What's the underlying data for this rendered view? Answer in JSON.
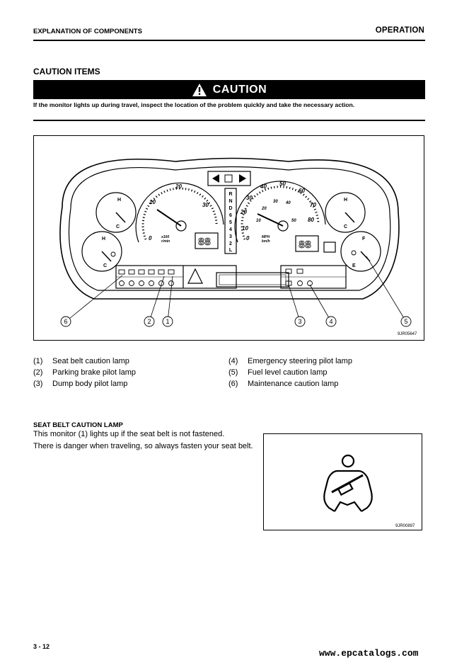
{
  "header": {
    "left": "EXPLANATION OF COMPONENTS",
    "right": "OPERATION"
  },
  "section_title": "CAUTION ITEMS",
  "caution": {
    "label": "CAUTION",
    "text": "If the monitor lights up during travel, inspect the location of the problem quickly and take the necessary action."
  },
  "figure1": {
    "code": "9JR05647",
    "callouts": [
      "6",
      "2",
      "1",
      "3",
      "4",
      "5"
    ],
    "gear_letters": [
      "R",
      "N",
      "D",
      "6",
      "5",
      "4",
      "3",
      "2",
      "L"
    ],
    "speedometer_labels": [
      "0",
      "10",
      "20",
      "30",
      "40",
      "50",
      "60",
      "70",
      "80"
    ],
    "speedometer_inner_labels": [
      "10",
      "20",
      "30",
      "40",
      "50"
    ],
    "speedometer_unit": [
      "MPH",
      "km/h"
    ],
    "tachometer_labels": [
      "0",
      "10",
      "20",
      "30"
    ],
    "tachometer_unit": [
      "x100",
      "r/min"
    ],
    "digital_readout": "88",
    "gauge_letters": {
      "left_top": [
        "H",
        "C"
      ],
      "left_bottom": [
        "H",
        "C"
      ],
      "right_top": [
        "H",
        "C"
      ],
      "right_bottom": [
        "F",
        "E"
      ]
    }
  },
  "items": [
    {
      "num": "(1)",
      "label": "Seat belt caution lamp"
    },
    {
      "num": "(2)",
      "label": "Parking brake pilot lamp"
    },
    {
      "num": "(3)",
      "label": "Dump body pilot lamp"
    },
    {
      "num": "(4)",
      "label": "Emergency steering pilot lamp"
    },
    {
      "num": "(5)",
      "label": "Fuel level caution lamp"
    },
    {
      "num": "(6)",
      "label": "Maintenance caution lamp"
    }
  ],
  "seat_belt": {
    "title": "SEAT BELT CAUTION LAMP",
    "line1": "This monitor (1) lights up if the seat belt is not fastened.",
    "line2": "There is danger when traveling, so always fasten your seat belt.",
    "figure_code": "9JR00897"
  },
  "footer": {
    "page": "3 - 12",
    "watermark": "www.epcatalogs.com"
  }
}
